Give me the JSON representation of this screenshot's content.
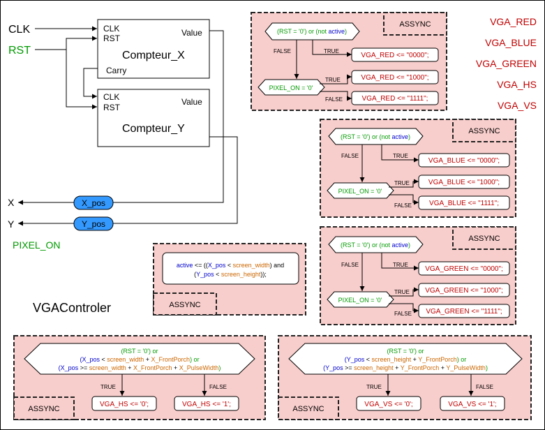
{
  "diagram_title": "VGAControler",
  "colors": {
    "panel_fill": "#f8cecc",
    "pill_fill": "#3399ff",
    "signal_red": "#c00000",
    "signal_green": "#009900",
    "keyword_blue": "#0000cc",
    "constant_orange": "#cc6600"
  },
  "inputs": {
    "clk": "CLK",
    "rst": "RST"
  },
  "outputs": {
    "x": "X",
    "y": "Y",
    "pixel_on": "PIXEL_ON",
    "vga_red": "VGA_RED",
    "vga_blue": "VGA_BLUE",
    "vga_green": "VGA_GREEN",
    "vga_hs": "VGA_HS",
    "vga_vs": "VGA_VS"
  },
  "counter_x": {
    "name": "Compteur_X",
    "clk": "CLK",
    "rst": "RST",
    "value": "Value",
    "carry": "Carry"
  },
  "counter_y": {
    "name": "Compteur_Y",
    "clk": "CLK",
    "rst": "RST",
    "value": "Value"
  },
  "x_pos": "X_pos",
  "y_pos": "Y_pos",
  "labels": {
    "assync": "ASSYNC",
    "true": "TRUE",
    "false": "FALSE"
  },
  "color_blocks": [
    {
      "cond_prefix": "(RST = '0') or (not ",
      "cond_kw": "active",
      "cond_suffix": ")",
      "pixel_cond": "PIXEL_ON = '0'",
      "assign_1": "VGA_RED <= \"0000\";",
      "assign_2": "VGA_RED <= \"1000\";",
      "assign_3": "VGA_RED <= \"1111\";"
    },
    {
      "cond_prefix": "(RST = '0') or (not ",
      "cond_kw": "active",
      "cond_suffix": ")",
      "pixel_cond": "PIXEL_ON = '0'",
      "assign_1": "VGA_BLUE <= \"0000\";",
      "assign_2": "VGA_BLUE <= \"1000\";",
      "assign_3": "VGA_BLUE <= \"1111\";"
    },
    {
      "cond_prefix": "(RST = '0') or (not ",
      "cond_kw": "active",
      "cond_suffix": ")",
      "pixel_cond": "PIXEL_ON = '0'",
      "assign_1": "VGA_GREEN <= \"0000\";",
      "assign_2": "VGA_GREEN <= \"1000\";",
      "assign_3": "VGA_GREEN <= \"1111\";"
    }
  ],
  "active_block": {
    "lhs": "active",
    "op1": " <= ((",
    "xpos": "X_pos",
    "lt1": " < ",
    "screen_width": "screen_width",
    "and": ") and",
    "open": "(",
    "ypos": "Y_pos",
    "lt2": " < ",
    "screen_height": "screen_height",
    "close": "));"
  },
  "hs_block": {
    "line1": "(RST = '0') or",
    "line2_pos": "X_pos",
    "line2_op": " < ",
    "line2_a": "screen_width",
    "line2_plus": "  + ",
    "line2_b": "X_FrontPorch",
    "line2_end": ") or",
    "line3_open": "(",
    "line3_pos": "X_pos",
    "line3_op": " >= ",
    "line3_a": "screen_width",
    "line3_plus1": "  + ",
    "line3_b": "X_FrontPorch",
    "line3_plus2": " + ",
    "line3_c": "X_PulseWidth",
    "line3_end": ")",
    "assign_true": "VGA_HS <= '0';",
    "assign_false": "VGA_HS <= '1';"
  },
  "vs_block": {
    "line1": "(RST = '0') or",
    "line2_pos": "Y_pos",
    "line2_op": " < ",
    "line2_a": "screen_height",
    "line2_plus": "  + ",
    "line2_b": "Y_FrontPorch",
    "line2_end": ") or",
    "line3_open": "(",
    "line3_pos": "Y_pos",
    "line3_op": " >=  ",
    "line3_a": "screen_height",
    "line3_plus1": " + ",
    "line3_b": "Y_FrontPorch",
    "line3_plus2": " + ",
    "line3_c": "Y_PulseWidth",
    "line3_end": ")",
    "assign_true": "VGA_VS <= '0';",
    "assign_false": "VGA_VS <= '1';"
  }
}
